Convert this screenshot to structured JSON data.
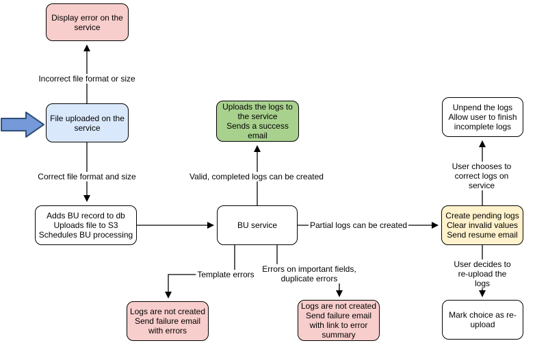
{
  "diagram": {
    "type": "flowchart",
    "nodes": {
      "display_error": {
        "text": "Display error on the\nservice",
        "fill": "#F8CECC"
      },
      "file_uploaded": {
        "text": "File uploaded on the\nservice",
        "fill": "#DAE8FC"
      },
      "adds_bu_record": {
        "text": "Adds BU record to db\nUploads file to S3\nSchedules BU processing",
        "fill": "#FFFFFF"
      },
      "bu_service": {
        "text": "BU service",
        "fill": "#FFFFFF"
      },
      "upload_success": {
        "text": "Uploads the logs to\nthe service\nSends a success\nemail",
        "fill": "#A9D18E"
      },
      "create_pending": {
        "text": "Create pending logs\nClear invalid values\nSend resume email",
        "fill": "#FFF2CC"
      },
      "unpend_logs": {
        "text": "Unpend the logs\nAllow user to finish\nincomplete logs",
        "fill": "#FFFFFF"
      },
      "mark_reupload": {
        "text": "Mark choice as re-\nupload",
        "fill": "#FFFFFF"
      },
      "failure_errors": {
        "text": "Logs are not created\nSend failure email\nwith errors",
        "fill": "#F8CECC"
      },
      "failure_summary": {
        "text": "Logs are not created\nSend failure email\nwith link to error\nsummary",
        "fill": "#F8CECC"
      }
    },
    "edge_labels": {
      "incorrect": "Incorrect file format or size",
      "correct": "Correct file format and size",
      "valid": "Valid, completed logs can be created",
      "partial": "Partial logs can be created",
      "template": "Template errors",
      "important_fields": "Errors on important fields,\nduplicate errors",
      "user_correct": "User chooses to correct logs on service",
      "user_reupload": "User decides to re-upload the logs"
    },
    "colors": {
      "background": "#FFFFFF",
      "border": "#000000",
      "connector": "#000000",
      "node_pink": "#F8CECC",
      "node_blue": "#DAE8FC",
      "node_green": "#A9D18E",
      "node_yellow": "#FFF2CC",
      "node_white": "#FFFFFF",
      "entry_arrow_fill": "#7599D9",
      "entry_arrow_stroke": "#2F4F79"
    }
  }
}
